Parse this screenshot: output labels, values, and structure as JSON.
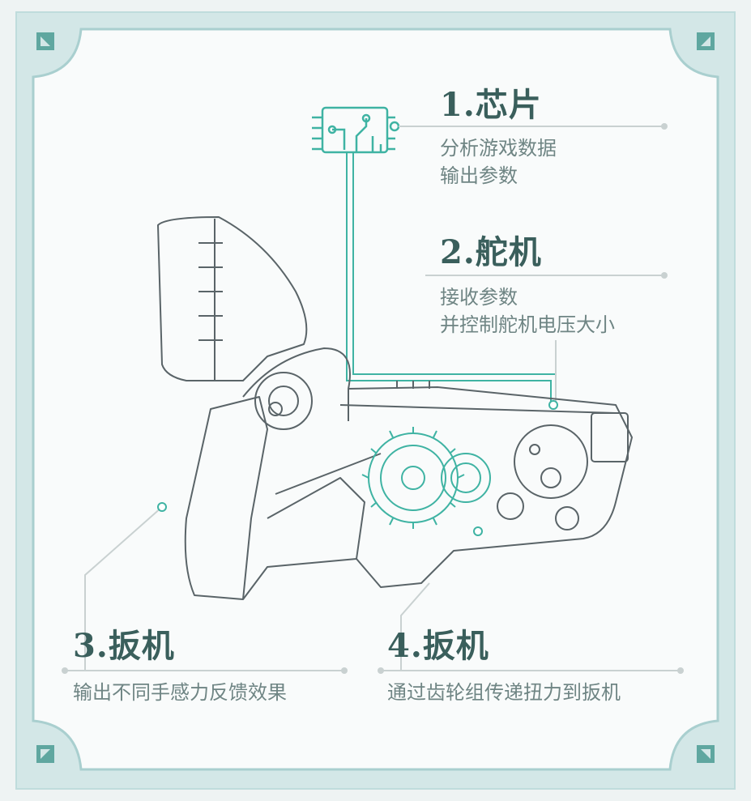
{
  "colors": {
    "frame": "#bfdcdc",
    "accent": "#3fb3a3",
    "line": "#5a6468",
    "title": "#3a5f5c",
    "text": "#6f8584",
    "bg": "#f9fbfb"
  },
  "labels": [
    {
      "title": "1.芯片",
      "lines": [
        "分析游戏数据",
        "输出参数"
      ]
    },
    {
      "title": "2.舵机",
      "lines": [
        "接收参数",
        "并控制舵机电压大小"
      ]
    },
    {
      "title": "3.扳机",
      "lines": [
        "输出不同手感力反馈效果"
      ]
    },
    {
      "title": "4.扳机",
      "lines": [
        "通过齿轮组传递扭力到扳机"
      ]
    }
  ],
  "icons": {
    "chip": "chip-icon",
    "corner": "corner-ornament-icon"
  }
}
